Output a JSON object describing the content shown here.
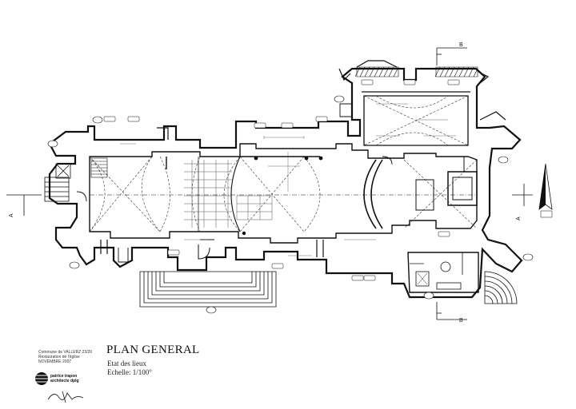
{
  "title_block": {
    "title": "PLAN GENERAL",
    "subtitle": "Etat des lieux",
    "scale": "Echelle: 1/100°",
    "commune": "Commune de VALLERZ 23/20",
    "project": "Restauration de l'église",
    "date": "NOVEMBRE 2007",
    "architect_line1": "patrice trapon",
    "architect_line2": "architecte dplg"
  },
  "section_marks": {
    "a": "A",
    "b": "B"
  },
  "colors": {
    "ink": "#111111",
    "paper": "#ffffff"
  }
}
